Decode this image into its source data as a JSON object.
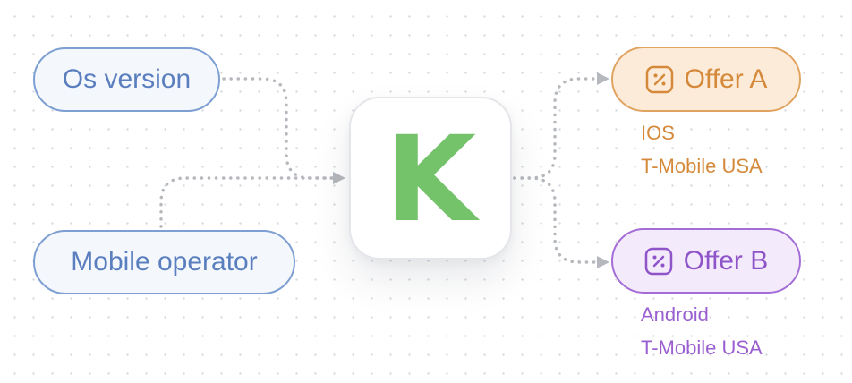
{
  "inputs": [
    {
      "label": "Os version"
    },
    {
      "label": "Mobile operator"
    }
  ],
  "center": {
    "logo_letter": "K",
    "color": "#74c36a"
  },
  "offers": [
    {
      "label": "Offer A",
      "icon": "percent-icon",
      "color": "#d58a3b",
      "conditions": [
        "IOS",
        "T-Mobile USA"
      ]
    },
    {
      "label": "Offer B",
      "icon": "percent-icon",
      "color": "#8f55c8",
      "conditions": [
        "Android",
        "T-Mobile USA"
      ]
    }
  ],
  "connector_color": "#b5b8bd"
}
